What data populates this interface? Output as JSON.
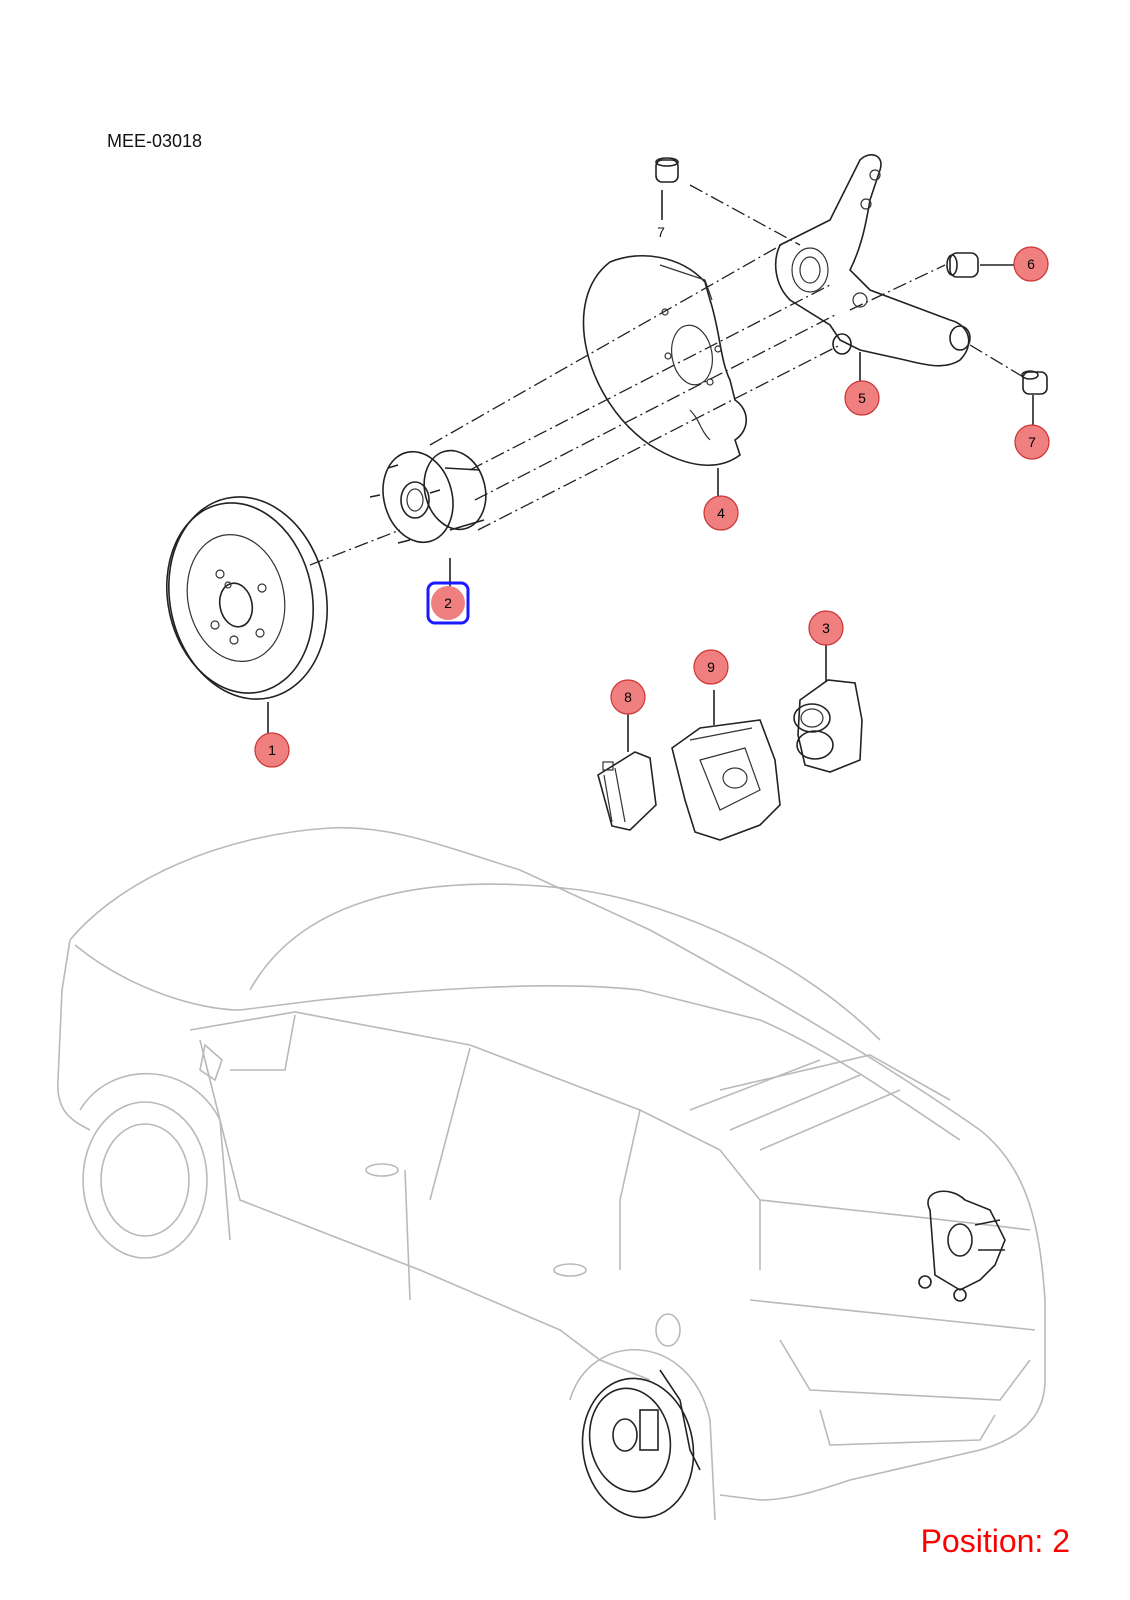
{
  "diagram_code": "MEE-03018",
  "position_label": "Position: 2",
  "colors": {
    "callout_fill": "#f08080",
    "callout_stroke": "#cc3333",
    "highlight": "#1a1aff",
    "position_text": "#ff0000",
    "car_outline": "#b9b9b9"
  },
  "callouts": [
    {
      "id": "1",
      "label": "1",
      "style": "red"
    },
    {
      "id": "2",
      "label": "2",
      "style": "highlight"
    },
    {
      "id": "3",
      "label": "3",
      "style": "red"
    },
    {
      "id": "4",
      "label": "4",
      "style": "red"
    },
    {
      "id": "5",
      "label": "5",
      "style": "red"
    },
    {
      "id": "6",
      "label": "6",
      "style": "red"
    },
    {
      "id": "7a",
      "label": "7",
      "style": "plain"
    },
    {
      "id": "7b",
      "label": "7",
      "style": "red"
    },
    {
      "id": "8",
      "label": "8",
      "style": "red"
    },
    {
      "id": "9",
      "label": "9",
      "style": "red"
    }
  ]
}
